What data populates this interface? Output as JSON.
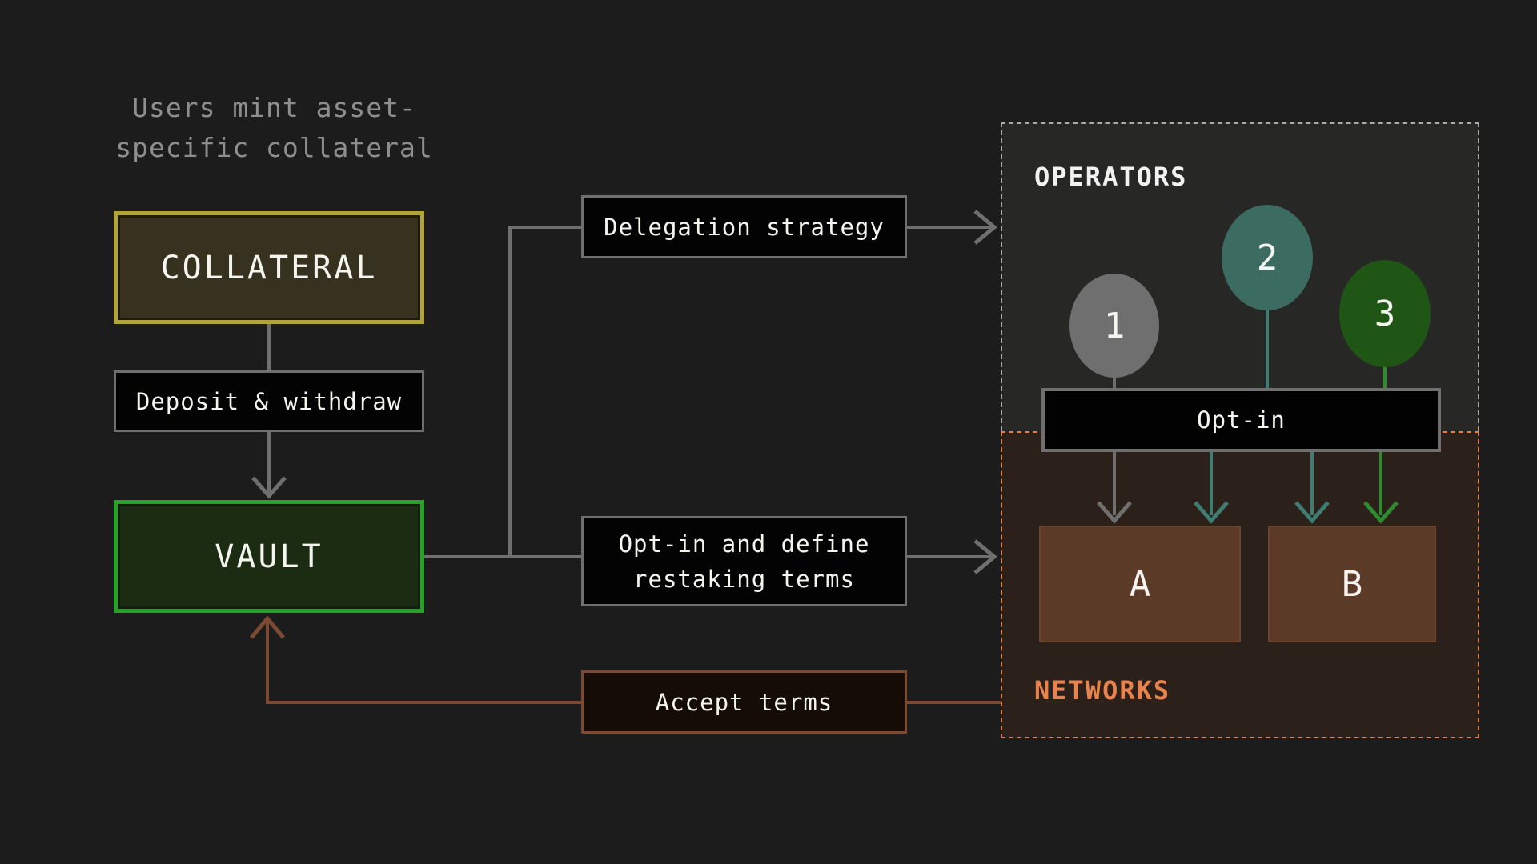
{
  "note": {
    "line1": "Users mint asset-",
    "line2": "specific collateral"
  },
  "boxes": {
    "collateral": "COLLATERAL",
    "deposit": "Deposit & withdraw",
    "vault": "VAULT",
    "delegation": "Delegation strategy",
    "restaking": {
      "line1": "Opt-in and define",
      "line2": "restaking terms"
    },
    "accept": "Accept terms",
    "optin": "Opt-in"
  },
  "operators": {
    "label": "OPERATORS",
    "items": [
      "1",
      "2",
      "3"
    ]
  },
  "networks": {
    "label": "NETWORKS",
    "items": [
      "A",
      "B"
    ]
  },
  "colors": {
    "page_bg": "#1c1c1c",
    "operators_panel_bg": "#272726",
    "operators_border": "#a9a9a9",
    "networks_panel_bg": "#2b211a",
    "networks_border": "#d9824d",
    "networks_label": "#e8834e",
    "collateral_border": "#b3a43a",
    "collateral_bg": "#37321f",
    "vault_border": "#25a325",
    "vault_bg": "#1b2c12",
    "gray_line": "#6f6f6f",
    "brown_line": "#7c4a31",
    "teal": "#3f7d72",
    "green_arrow": "#2f8b2f",
    "operator1_fill": "#6f6f6f",
    "operator2_fill": "#3c6b62",
    "operator3_fill": "#1f5616",
    "network_box_fill": "#5c3a28",
    "note_text": "#8e8e8e",
    "box_text": "#f5f5ef"
  }
}
